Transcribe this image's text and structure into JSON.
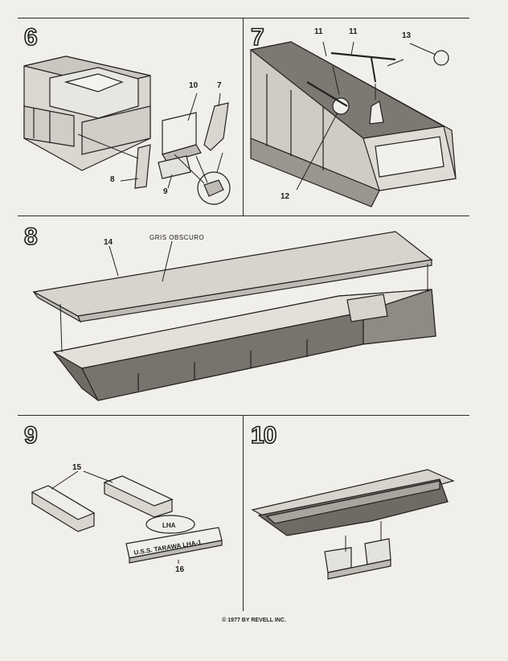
{
  "steps": [
    {
      "number": "6",
      "callouts": [
        "10",
        "7",
        "8",
        "9"
      ]
    },
    {
      "number": "7",
      "callouts": [
        "11",
        "11",
        "13",
        "12"
      ]
    },
    {
      "number": "8",
      "callouts": [
        "14"
      ],
      "paint_note": "GRIS OBSCURO"
    },
    {
      "number": "9",
      "callouts": [
        "15",
        "16"
      ],
      "decals": [
        "LHA",
        "U.S.S. TARAWA LHA-1"
      ]
    },
    {
      "number": "10",
      "callouts": []
    }
  ],
  "footer": {
    "copyright": "© 1977 BY REVELL INC."
  }
}
